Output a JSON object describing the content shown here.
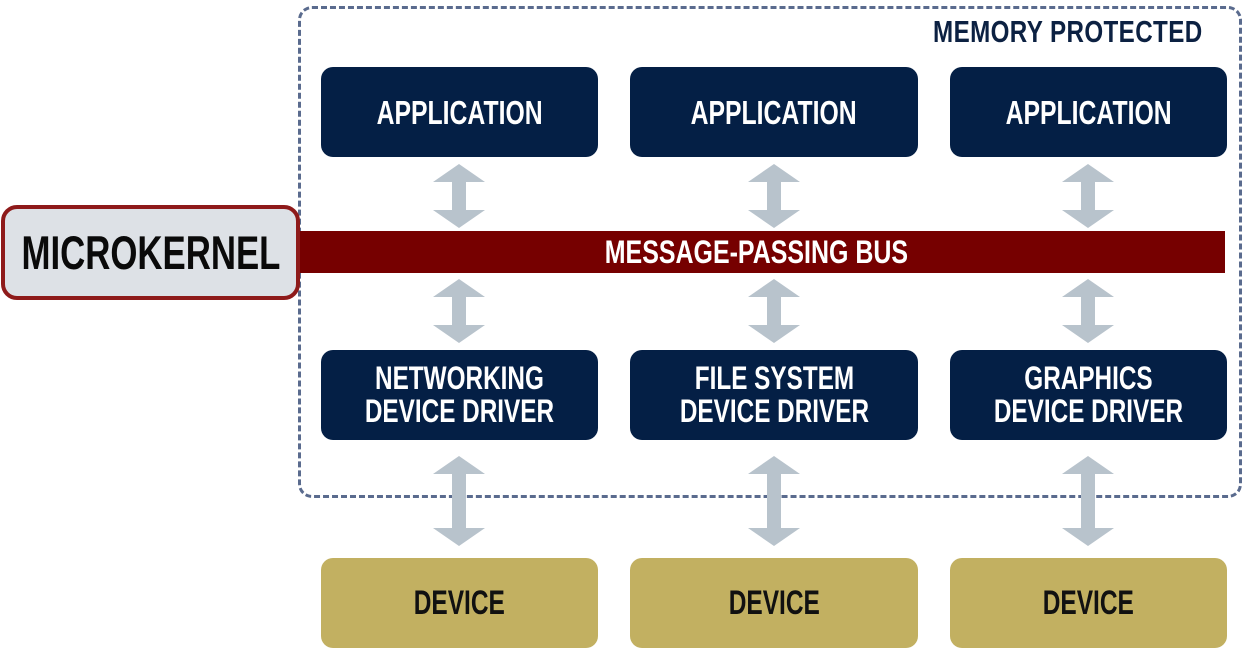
{
  "diagram": {
    "region_label": "MEMORY PROTECTED",
    "microkernel": "MICROKERNEL",
    "bus": "MESSAGE-PASSING BUS",
    "applications": [
      {
        "label": "APPLICATION"
      },
      {
        "label": "APPLICATION"
      },
      {
        "label": "APPLICATION"
      }
    ],
    "drivers": [
      {
        "label": "NETWORKING\nDEVICE DRIVER"
      },
      {
        "label": "FILE SYSTEM\nDEVICE DRIVER"
      },
      {
        "label": "GRAPHICS\nDEVICE DRIVER"
      }
    ],
    "devices": [
      {
        "label": "DEVICE"
      },
      {
        "label": "DEVICE"
      },
      {
        "label": "DEVICE"
      }
    ],
    "connectors": [
      {
        "from": "application",
        "to": "message-passing-bus",
        "direction": "bidirectional"
      },
      {
        "from": "message-passing-bus",
        "to": "device-driver",
        "direction": "bidirectional"
      },
      {
        "from": "device-driver",
        "to": "device",
        "direction": "bidirectional"
      }
    ],
    "colors": {
      "application_fill": "#041f45",
      "driver_fill": "#041f45",
      "device_fill": "#c2b061",
      "bus_fill": "#760000",
      "microkernel_fill": "#dde1e6",
      "microkernel_border": "#8e1a1a",
      "arrow": "#b8c3cc",
      "dashed_border": "#5a6b8e"
    }
  }
}
